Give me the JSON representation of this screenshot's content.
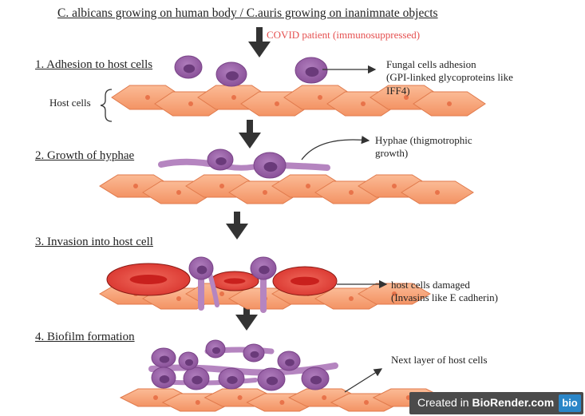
{
  "title": "C. albicans growing on human body / C.auris growing on inanimnate  objects",
  "condition_label": "COVID patient (immunosuppressed)",
  "steps": [
    {
      "label": "1. Adhesion to host cells"
    },
    {
      "label": "2. Growth of hyphae"
    },
    {
      "label": "3. Invasion into host cell"
    },
    {
      "label": "4. Biofilm formation"
    }
  ],
  "host_cells_label": "Host cells",
  "annotations": {
    "adhesion": [
      "Fungal cells adhesion",
      "(GPI-linked glycoproteins like",
      "IFF4)"
    ],
    "hyphae": [
      "Hyphae (thigmotrophic",
      "growth)"
    ],
    "damage": [
      "host cells damaged",
      "(Invasins like E cadherin)"
    ],
    "next_layer": [
      "Next layer of host cells"
    ]
  },
  "watermark": {
    "prefix": "Created in ",
    "brand": "BioRender.com",
    "logo": "bio"
  },
  "colors": {
    "host_cell_fill": "#f6a37a",
    "host_cell_stroke": "#e07a4c",
    "fungal_cell_fill": "#9b63a8",
    "fungal_nucleus": "#6a3a7a",
    "hyphae_fill": "#b585c0",
    "damaged_cell_fill": "#e8473f",
    "damaged_nucleus": "#c9201d",
    "covid_text": "#e55050",
    "arrow": "#333333"
  }
}
